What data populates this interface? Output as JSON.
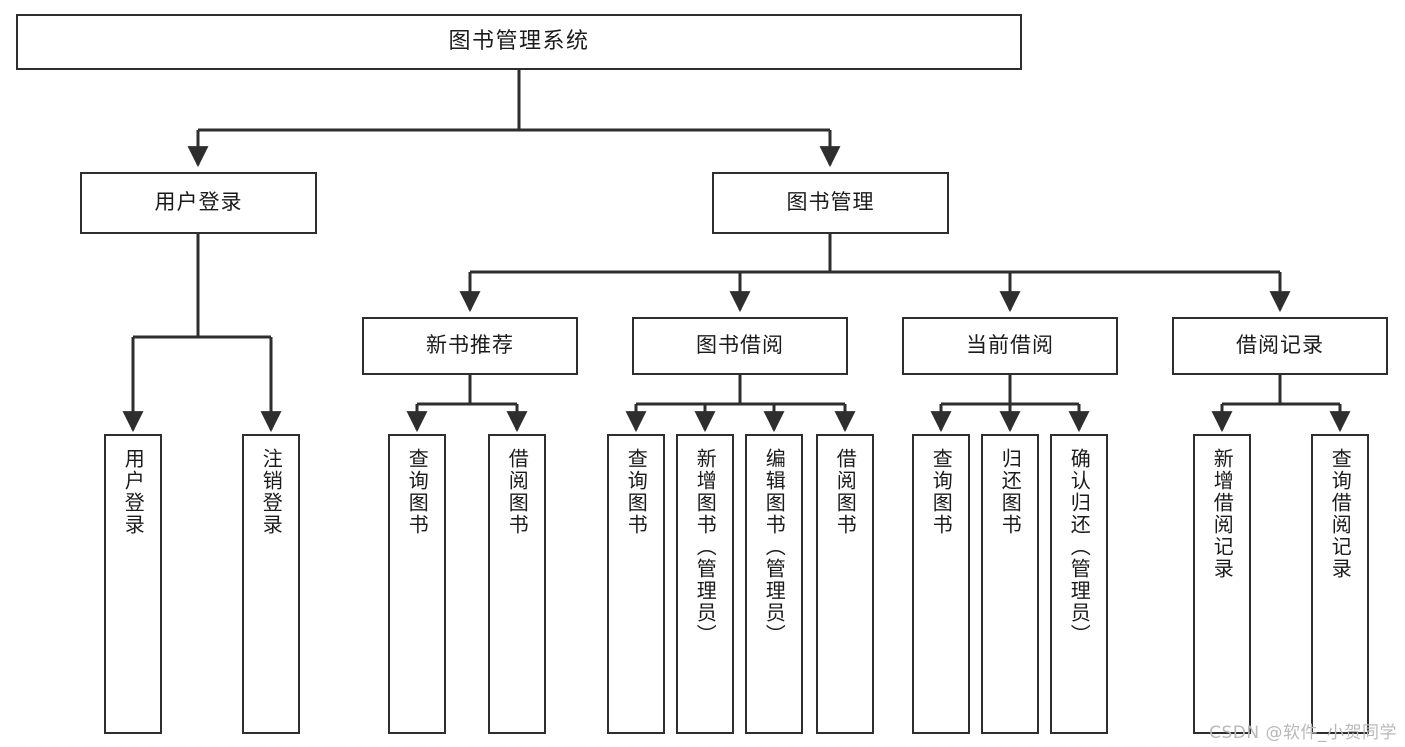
{
  "diagram": {
    "title": "图书管理系统",
    "type": "tree-hierarchy-chart",
    "watermark": "CSDN @软件_小贺同学",
    "colors": {
      "background": "#ffffff",
      "box_border": "#2e2e2e",
      "box_fill": "#ffffff",
      "edge": "#2e2e2e",
      "text": "#1b1b1b",
      "watermark": "#b9b9b9"
    },
    "nodes": {
      "root": {
        "label": "图书管理系统"
      },
      "level2": [
        {
          "id": "user-login",
          "label": "用户登录"
        },
        {
          "id": "book-management",
          "label": "图书管理"
        }
      ],
      "level3": [
        {
          "id": "new-book-recommend",
          "label": "新书推荐"
        },
        {
          "id": "book-borrow",
          "label": "图书借阅"
        },
        {
          "id": "current-borrow",
          "label": "当前借阅"
        },
        {
          "id": "borrow-record",
          "label": "借阅记录"
        }
      ],
      "leaves": {
        "user_login": [
          {
            "id": "leaf-user-login",
            "label": "用户登录"
          },
          {
            "id": "leaf-logout-login",
            "label": "注销登录"
          }
        ],
        "new_book_recommend": [
          {
            "id": "leaf-query-book-1",
            "label": "查询图书"
          },
          {
            "id": "leaf-borrow-book-1",
            "label": "借阅图书"
          }
        ],
        "book_borrow": [
          {
            "id": "leaf-query-book-2",
            "label": "查询图书"
          },
          {
            "id": "leaf-add-book",
            "label": "新增图书（管理员）"
          },
          {
            "id": "leaf-edit-book",
            "label": "编辑图书（管理员）"
          },
          {
            "id": "leaf-borrow-book-2",
            "label": "借阅图书"
          }
        ],
        "current_borrow": [
          {
            "id": "leaf-query-book-3",
            "label": "查询图书"
          },
          {
            "id": "leaf-return-book",
            "label": "归还图书"
          },
          {
            "id": "leaf-confirm-return",
            "label": "确认归还（管理员）"
          }
        ],
        "borrow_record": [
          {
            "id": "leaf-add-record",
            "label": "新增借阅记录"
          },
          {
            "id": "leaf-query-record",
            "label": "查询借阅记录"
          }
        ]
      }
    }
  }
}
